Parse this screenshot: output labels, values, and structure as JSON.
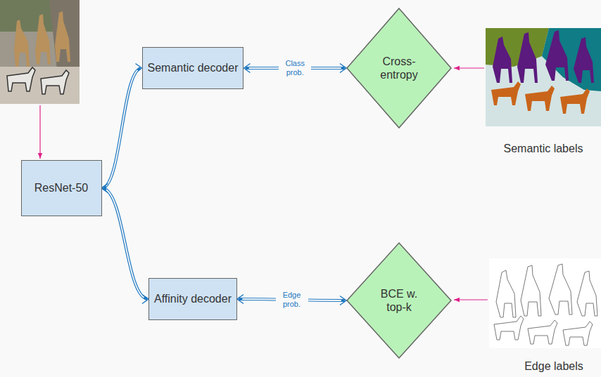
{
  "diagram": {
    "nodes": [
      {
        "text": [
          "ResNet-50"
        ]
      },
      {
        "text": [
          "Semantic decoder"
        ]
      },
      {
        "text": [
          "Cross-entropy"
        ]
      },
      {
        "text": [
          "Affinity decoder"
        ]
      },
      {
        "text": [
          "BCE w. top-k"
        ]
      }
    ],
    "edges": [
      {
        "from": 0,
        "to": 1,
        "arrow": "both"
      },
      {
        "from": 0,
        "to": 3,
        "arrow": "both"
      },
      {
        "from": 1,
        "to": 2,
        "label": "Class prob.",
        "arrow": "both"
      },
      {
        "from": 3,
        "to": 4,
        "label": "Edge prob.",
        "arrow": "both"
      }
    ],
    "labels": [
      "Semantic labels",
      "Edge labels"
    ]
  }
}
